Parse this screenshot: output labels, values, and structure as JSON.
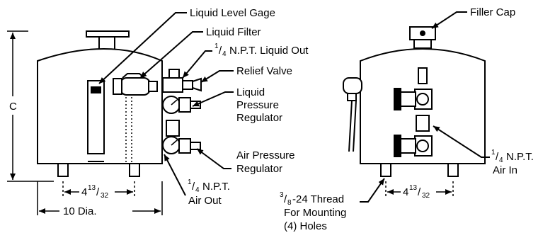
{
  "labels": {
    "liquid_level_gage": "Liquid Level Gage",
    "liquid_filter": "Liquid Filter",
    "liquid_out": {
      "frac_num": "1",
      "frac_den": "4",
      "text": "N.P.T. Liquid Out"
    },
    "relief_valve": "Relief Valve",
    "liquid_pressure_regulator": [
      "Liquid",
      "Pressure",
      "Regulator"
    ],
    "air_pressure_regulator": [
      "Air Pressure",
      "Regulator"
    ],
    "air_out": {
      "frac_num": "1",
      "frac_den": "4",
      "line1": "N.P.T.",
      "line2": "Air Out"
    },
    "filler_cap": "Filler Cap",
    "air_in": {
      "frac_num": "1",
      "frac_den": "4",
      "line1": "N.P.T.",
      "line2": "Air In"
    },
    "thread": {
      "frac_num": "3",
      "frac_den": "8",
      "line1": "-24 Thread",
      "line2": "For Mounting",
      "line3": "(4) Holes"
    }
  },
  "dimensions": {
    "height_label": "C",
    "spacing": {
      "whole": "4",
      "num": "13",
      "den": "32"
    },
    "diameter": "10 Dia."
  }
}
